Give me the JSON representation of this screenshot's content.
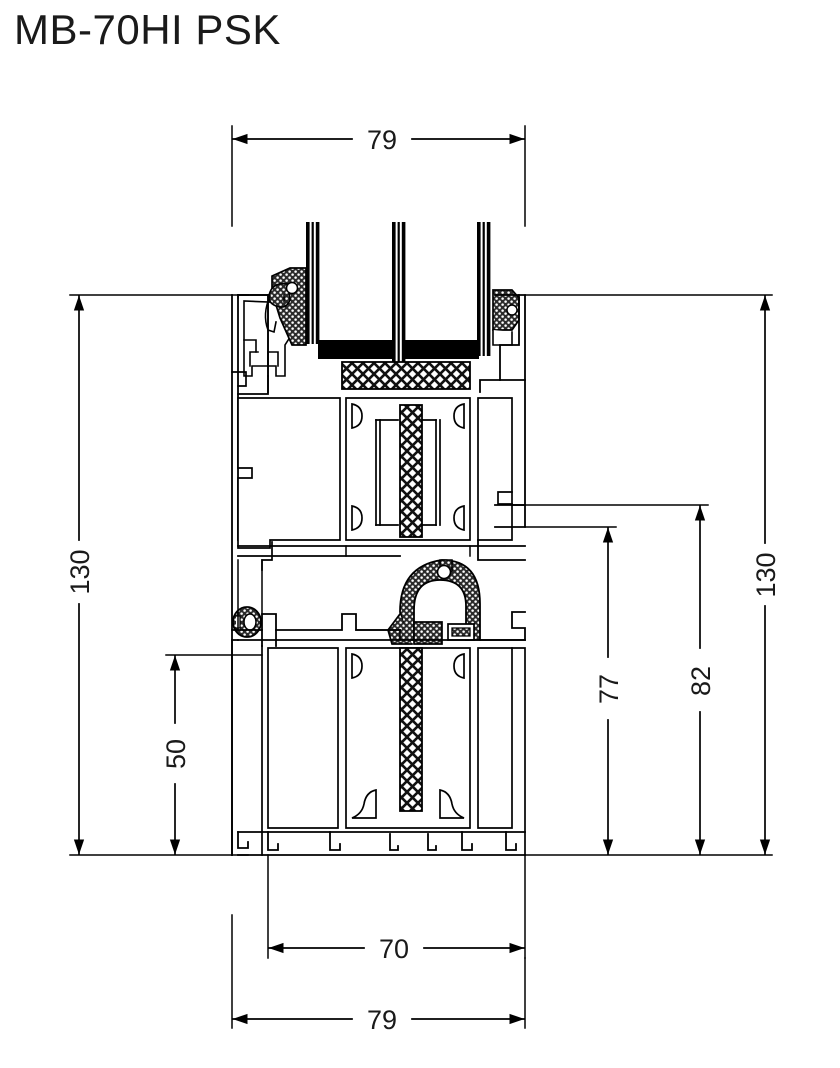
{
  "drawing": {
    "title": "MB-70HI PSK",
    "type": "technical-cross-section",
    "subject": "aluminium window profile cross-section",
    "line_color": "#000000",
    "background_color": "#ffffff",
    "hatch_color": "#1a1a1a"
  },
  "dimensions": {
    "top_width": "79",
    "left_height": "130",
    "right_height": "130",
    "right_inner_82": "82",
    "right_inner_77": "77",
    "left_inner_50": "50",
    "bottom_inner_70": "70",
    "bottom_outer_79": "79"
  },
  "dimension_list": [
    {
      "label": "79",
      "position": "top",
      "orientation": "horizontal"
    },
    {
      "label": "130",
      "position": "left-outer",
      "orientation": "vertical"
    },
    {
      "label": "50",
      "position": "left-inner",
      "orientation": "vertical"
    },
    {
      "label": "130",
      "position": "right-outer",
      "orientation": "vertical"
    },
    {
      "label": "82",
      "position": "right-middle",
      "orientation": "vertical"
    },
    {
      "label": "77",
      "position": "right-inner",
      "orientation": "vertical"
    },
    {
      "label": "70",
      "position": "bottom-inner",
      "orientation": "horizontal"
    },
    {
      "label": "79",
      "position": "bottom-outer",
      "orientation": "horizontal"
    }
  ]
}
